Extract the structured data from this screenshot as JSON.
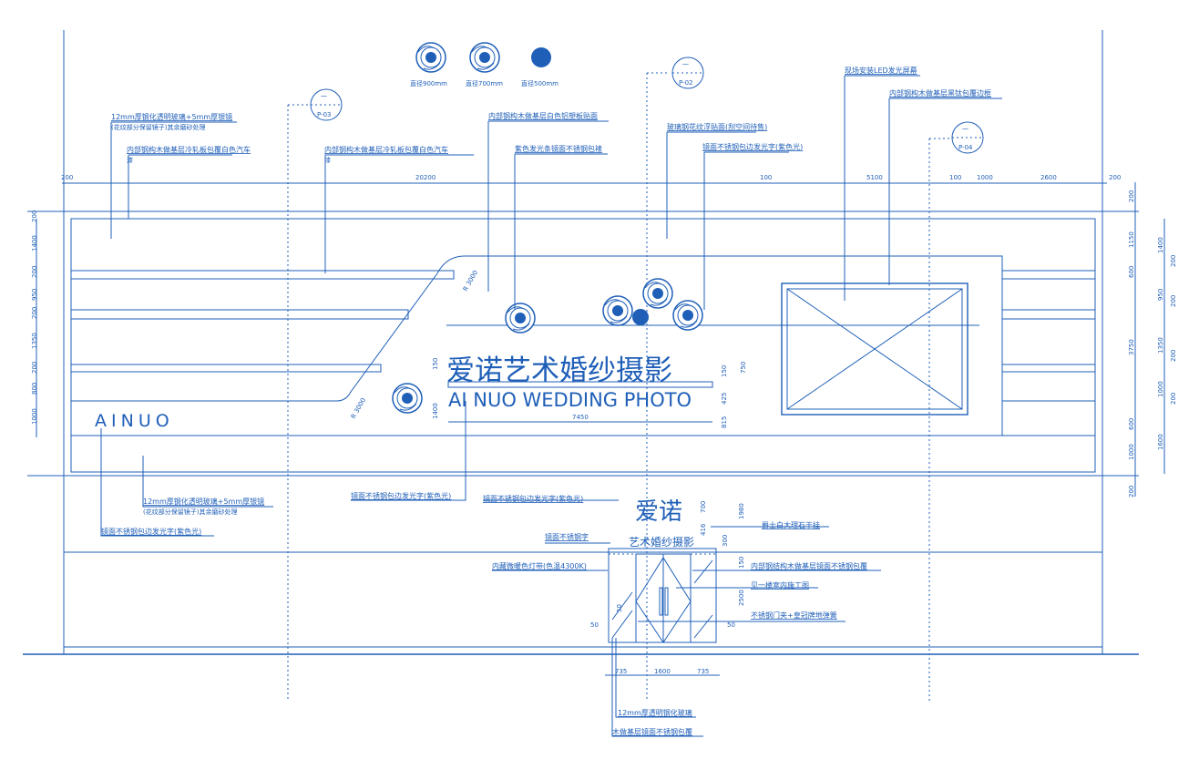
{
  "colors": {
    "line": "#1f5fb8",
    "background": "#ffffff"
  },
  "legend": [
    {
      "label": "直径900mm"
    },
    {
      "label": "直径700mm"
    },
    {
      "label": "直径500mm"
    }
  ],
  "section_markers": [
    {
      "top": "一",
      "ref": "P-03"
    },
    {
      "top": "一",
      "ref": "P-02"
    },
    {
      "top": "一",
      "ref": "P-04"
    }
  ],
  "callouts_top": [
    "12mm厚钢化透明玻璃+5mm厚银镜",
    "(花纹部分保留镜子)其余磨砂处理",
    "内部钢构木做基层冷轧板包覆白色汽车",
    "漆",
    "内部钢构木做基层冷轧板包覆白色汽车",
    "漆",
    "内部钢构木做基层白色铝塑板贴面",
    "紫色发光条镜面不锈钢包裱",
    "玻璃钢花纹浮贴面(刮空间待售)",
    "镜面不锈钢包边发光字(紫色光)",
    "现场安装LED发光屏幕",
    "内部钢构木做基层黑钛包覆边框"
  ],
  "dims_top": [
    "200",
    "20200",
    "100",
    "5100",
    "100",
    "1000",
    "2600",
    "200"
  ],
  "dims_left": [
    "200",
    "1400",
    "200",
    "950",
    "200",
    "1350",
    "200",
    "800",
    "1000"
  ],
  "dims_right_a": [
    "200",
    "1150",
    "600",
    "3750",
    "600",
    "1000",
    "200"
  ],
  "dims_right_b": [
    "1400",
    "200",
    "950",
    "200",
    "1350",
    "200",
    "1000",
    "200",
    "1600"
  ],
  "sign": {
    "cn": "爱诺艺术婚纱摄影",
    "en": "AI NUO WEDDING  PHOTO",
    "logo": "AINUO",
    "width_dim": "7450",
    "dims": [
      "150",
      "1400",
      "150",
      "425",
      "815",
      "750"
    ],
    "radius_a": "R 3000",
    "radius_b": "R 3000"
  },
  "callouts_bottom": [
    "12mm厚钢化透明玻璃+5mm厚银镜",
    "(花纹部分保留镜子)其余磨砂处理",
    "镜面不锈钢包边发光字(紫色光)",
    "镜面不锈钢包边发光字(紫色光)",
    "镜面不锈钢包边发光字(紫色光)",
    "镜面不锈钢字",
    "内藏微暖色灯带(色温4300K)",
    "爵士白大理石干挂",
    "内部钢结构木做基层镜面不锈钢包覆",
    "见一楼室内施工图",
    "不锈钢门夹+皇冠牌地弹簧",
    "12mm厚透明钢化玻璃",
    "木做基层镜面不锈钢包覆"
  ],
  "entrance": {
    "cn_big": "爱诺",
    "cn_small": "艺术婚纱摄影",
    "dims": [
      "700",
      "416",
      "300",
      "1980",
      "150",
      "2500",
      "50",
      "50",
      "50",
      "735",
      "1600",
      "735"
    ]
  }
}
